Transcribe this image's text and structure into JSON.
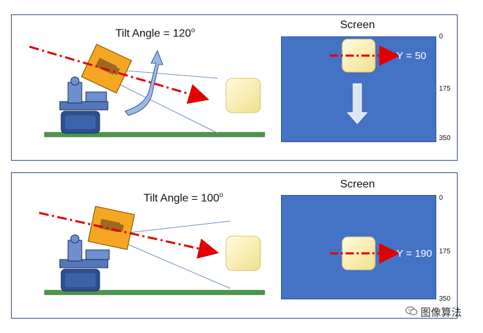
{
  "panels": [
    {
      "tilt_label": "Tilt Angle = 120",
      "tilt_sup": "o",
      "screen_title": "Screen",
      "y_label": "Y = 50",
      "ticks": [
        "0",
        "175",
        "350"
      ]
    },
    {
      "tilt_label": "Tilt Angle = 100",
      "tilt_sup": "o",
      "screen_title": "Screen",
      "y_label": "Y = 190",
      "ticks": [
        "0",
        "175",
        "350"
      ]
    }
  ],
  "watermark": {
    "text": "图像算法",
    "icon": "wechat-icon"
  },
  "colors": {
    "screen_blue": "#4472c4",
    "laser_red": "#e00000",
    "camera_orange": "#f5a623",
    "ground_green": "#4a9a4a",
    "object_cream": "#fdf2b8"
  }
}
